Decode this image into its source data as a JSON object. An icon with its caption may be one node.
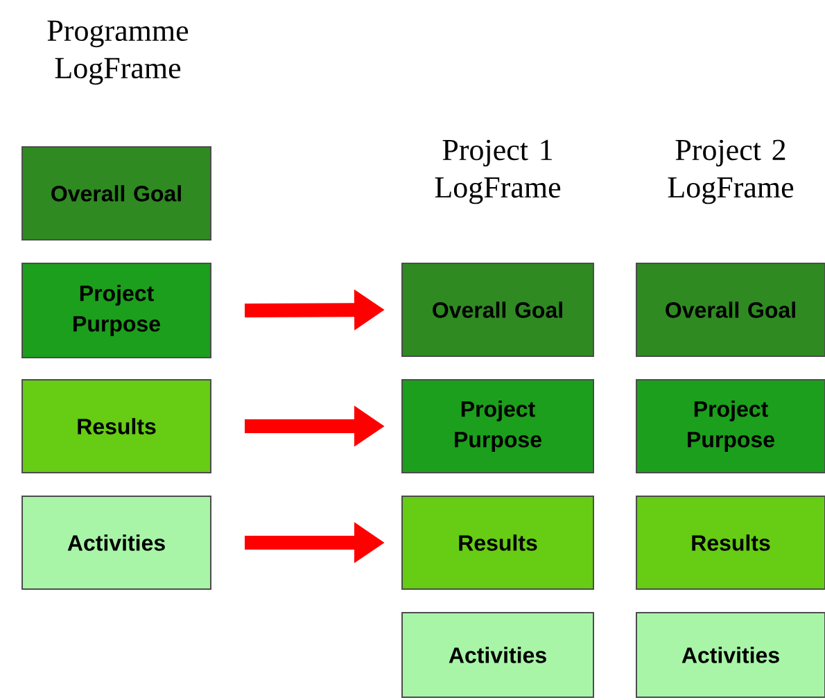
{
  "diagram": {
    "nodes": [
      {
        "text": [
          "Overall Goal"
        ]
      },
      {
        "text": [
          "Project Purpose"
        ]
      },
      {
        "text": [
          "Results"
        ]
      },
      {
        "text": [
          "Activities"
        ]
      },
      {
        "text": [
          "Overall Goal"
        ]
      },
      {
        "text": [
          "Project Purpose"
        ]
      },
      {
        "text": [
          "Results"
        ]
      },
      {
        "text": [
          "Activities"
        ]
      },
      {
        "text": [
          "Overall Goal"
        ]
      },
      {
        "text": [
          "Project Purpose"
        ]
      },
      {
        "text": [
          "Results"
        ]
      },
      {
        "text": [
          "Activities"
        ]
      }
    ],
    "edges": [
      {
        "from": 1,
        "to": 4,
        "arrow": "to"
      },
      {
        "from": 2,
        "to": 5,
        "arrow": "to"
      },
      {
        "from": 3,
        "to": 6,
        "arrow": "to"
      }
    ],
    "labels": [
      "Programme LogFrame",
      "Project 1 LogFrame",
      "Project 2 LogFrame"
    ]
  }
}
